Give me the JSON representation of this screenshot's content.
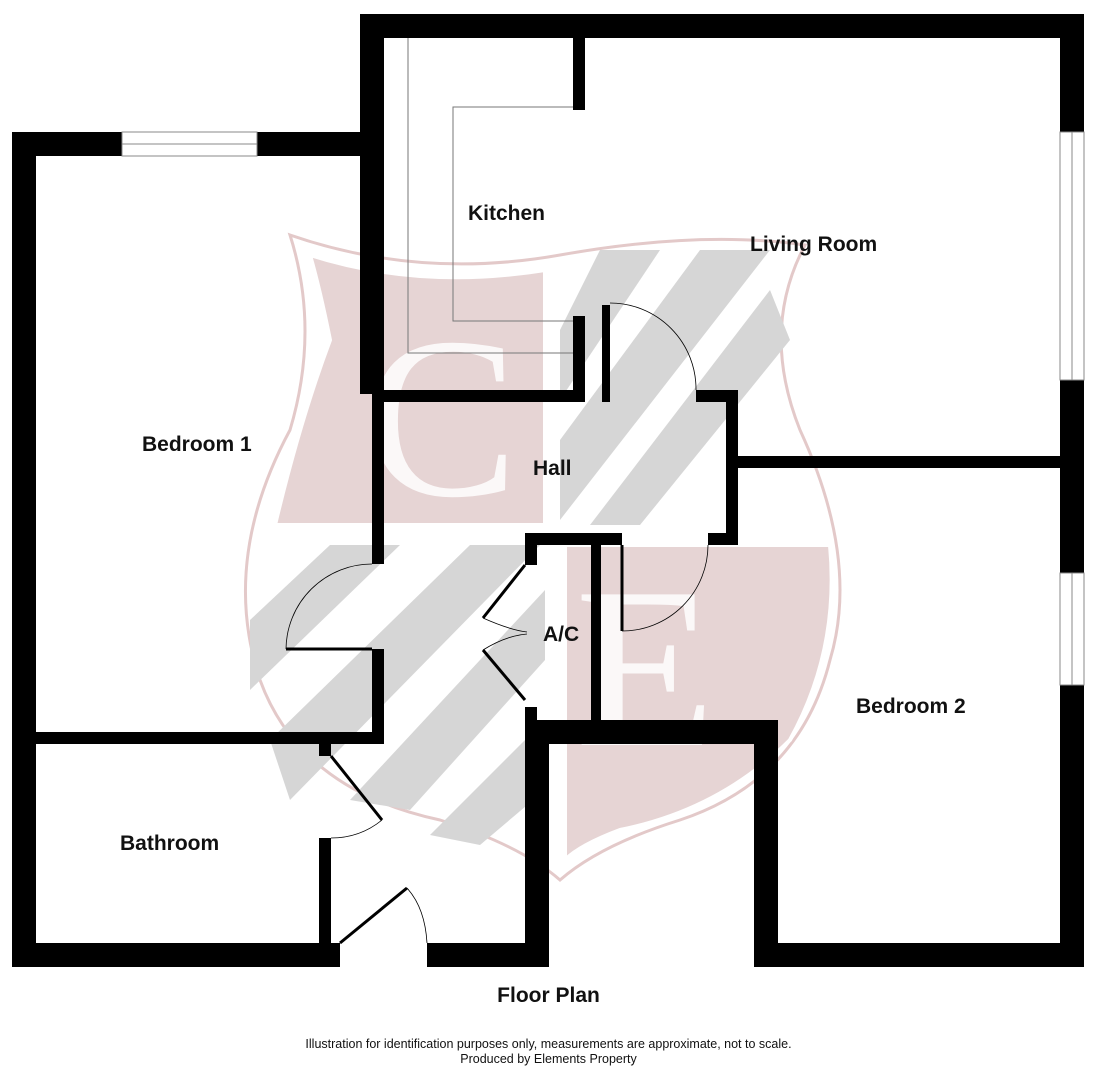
{
  "plan": {
    "title": "Floor Plan",
    "disclaimer_line1": "Illustration for identification purposes only, measurements are approximate, not to scale.",
    "disclaimer_line2": "Produced by Elements Property"
  },
  "rooms": {
    "kitchen": "Kitchen",
    "living_room": "Living Room",
    "bedroom1": "Bedroom 1",
    "hall": "Hall",
    "ac": "A/C",
    "bedroom2": "Bedroom 2",
    "bathroom": "Bathroom"
  },
  "watermark": {
    "letters": [
      "C",
      "E"
    ],
    "shield_color": "#e6d4d4",
    "stripe_color": "#d6d6d6"
  },
  "colors": {
    "wall": "#000000",
    "background": "#ffffff"
  }
}
